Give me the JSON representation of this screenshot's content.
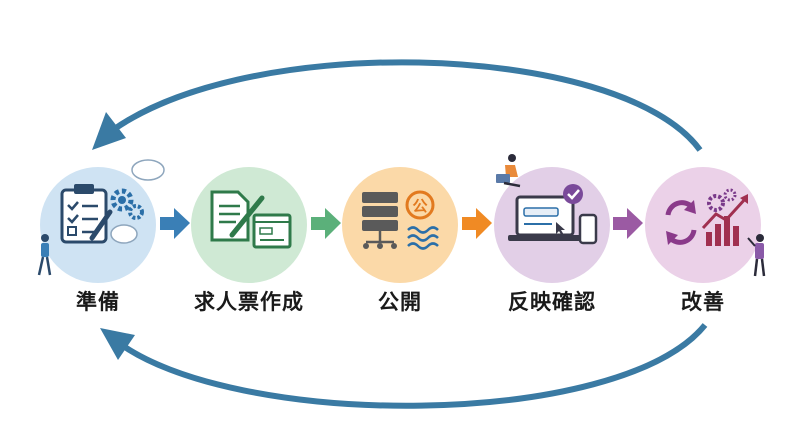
{
  "stages": [
    {
      "label": "準備",
      "color": "#cfe3f3",
      "icon": "clipboard-checklist-icon"
    },
    {
      "label": "求人票作成",
      "color": "#cfe9d4",
      "icon": "document-pen-icon"
    },
    {
      "label": "公開",
      "color": "#fbd9a8",
      "icon": "server-publish-icon"
    },
    {
      "label": "反映確認",
      "color": "#e2cfe7",
      "icon": "laptop-check-icon"
    },
    {
      "label": "改善",
      "color": "#ebd1e8",
      "icon": "improve-chart-icon"
    }
  ],
  "publish_badge": "公",
  "colors": {
    "loop_arrow": "#3a7aa3",
    "arrow_1": "#3a7fb6",
    "arrow_2": "#5bb07a",
    "arrow_3": "#f08a24",
    "arrow_4": "#9b5aa3"
  }
}
